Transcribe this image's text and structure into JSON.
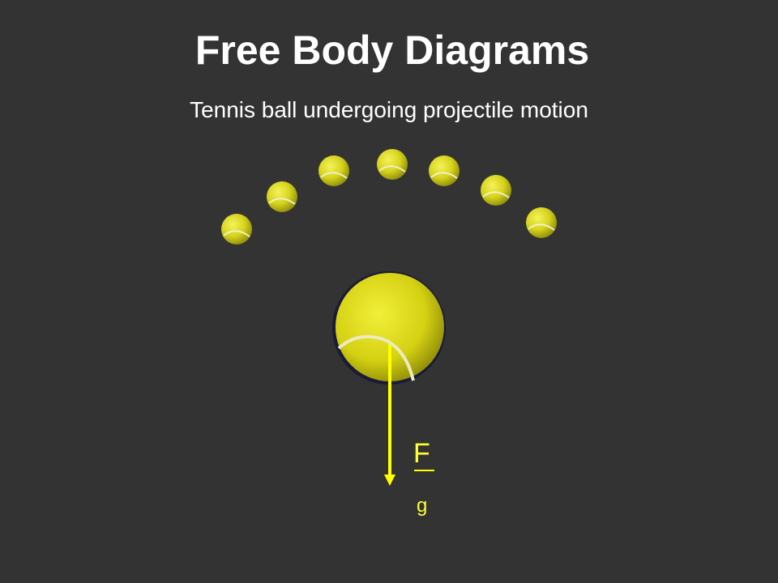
{
  "slide": {
    "title": "Free Body Diagrams",
    "subtitle": "Tennis ball undergoing projectile motion"
  },
  "diagram": {
    "trajectory_ball_count": 7,
    "force_arrow": {
      "direction": "down",
      "label": "F",
      "subscript": "g",
      "color": "#ffff00"
    }
  },
  "colors": {
    "background": "#333333",
    "text": "#ffffff",
    "ball": "#d9d91a",
    "ball_seam": "#f2f2c0",
    "force": "#ffff00"
  }
}
